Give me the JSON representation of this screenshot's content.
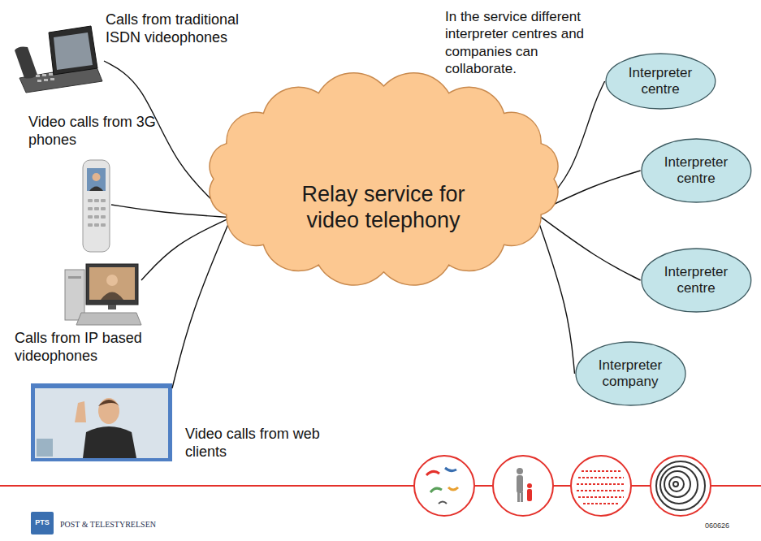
{
  "diagram": {
    "nodes": [
      {
        "text": [
          "Calls from traditional ISDN videophones"
        ]
      },
      {
        "text": [
          "Video calls from 3G phones"
        ]
      },
      {
        "text": [
          "Calls from IP based videophones"
        ]
      },
      {
        "text": [
          "Video calls from web clients"
        ]
      },
      {
        "text": [
          "Relay service for video telephony"
        ]
      },
      {
        "text": [
          "Interpreter centre"
        ]
      },
      {
        "text": [
          "Interpreter centre"
        ]
      },
      {
        "text": [
          "Interpreter centre"
        ]
      },
      {
        "text": [
          "Interpreter company"
        ]
      }
    ],
    "edges": [
      {
        "from": 0,
        "to": 4,
        "arrow": "none"
      },
      {
        "from": 1,
        "to": 4,
        "arrow": "none"
      },
      {
        "from": 2,
        "to": 4,
        "arrow": "none"
      },
      {
        "from": 3,
        "to": 4,
        "arrow": "none"
      },
      {
        "from": 4,
        "to": 5,
        "arrow": "none"
      },
      {
        "from": 4,
        "to": 6,
        "arrow": "none"
      },
      {
        "from": 4,
        "to": 7,
        "arrow": "none"
      },
      {
        "from": 4,
        "to": 8,
        "arrow": "none"
      }
    ],
    "labels": [
      "In the service different interpreter centres and companies can collaborate.",
      "PTS",
      "POST & TELESTYRELSEN",
      "060626"
    ]
  }
}
